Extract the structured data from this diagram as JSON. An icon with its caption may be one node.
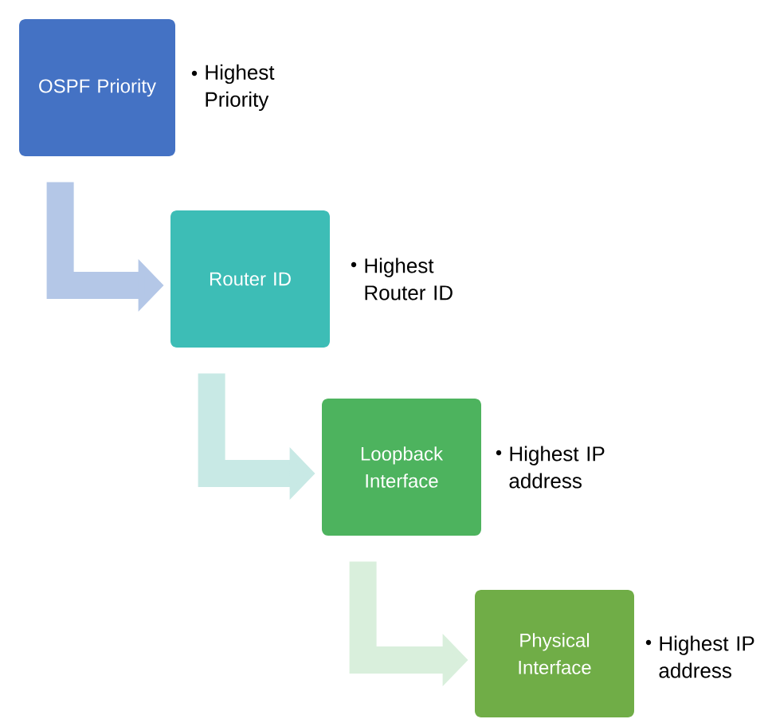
{
  "diagram": {
    "nodes": [
      {
        "text": [
          "OSPF Priority"
        ],
        "beside": [
          "Highest Priority"
        ]
      },
      {
        "text": [
          "Router ID"
        ],
        "beside": [
          "Highest Router ID"
        ]
      },
      {
        "text": [
          "Loopback Interface"
        ],
        "beside": [
          "Highest IP address"
        ]
      },
      {
        "text": [
          "Physical Interface"
        ],
        "beside": [
          "Highest IP address"
        ]
      }
    ],
    "edges": [
      {
        "from": 0,
        "to": 1,
        "arrow": "to",
        "color": "#b4c7e7"
      },
      {
        "from": 1,
        "to": 2,
        "arrow": "to",
        "color": "#c8e9e5"
      },
      {
        "from": 2,
        "to": 3,
        "arrow": "to",
        "color": "#d9efdc"
      }
    ]
  }
}
